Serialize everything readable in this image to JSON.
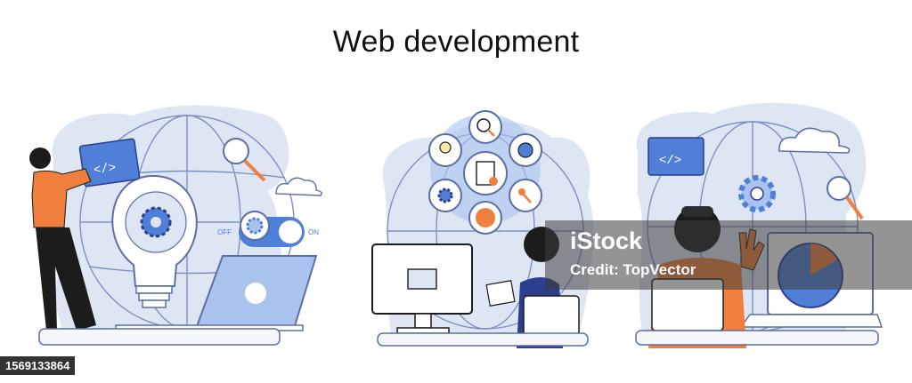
{
  "title": "Web development",
  "watermark": {
    "logo": "iStock",
    "credit": "Credit: TopVector"
  },
  "stock_id": "1569133864",
  "toggle": {
    "off_label": "OFF",
    "on_label": "ON"
  },
  "code_glyph": "</>",
  "colors": {
    "blob": "#dfe6f3",
    "outline": "#5b6fa6",
    "accent_blue": "#4f7fd6",
    "light_blue": "#a9c3ee",
    "orange": "#f07e3c",
    "dark": "#1c1c1c",
    "navy": "#2d3d8f"
  }
}
